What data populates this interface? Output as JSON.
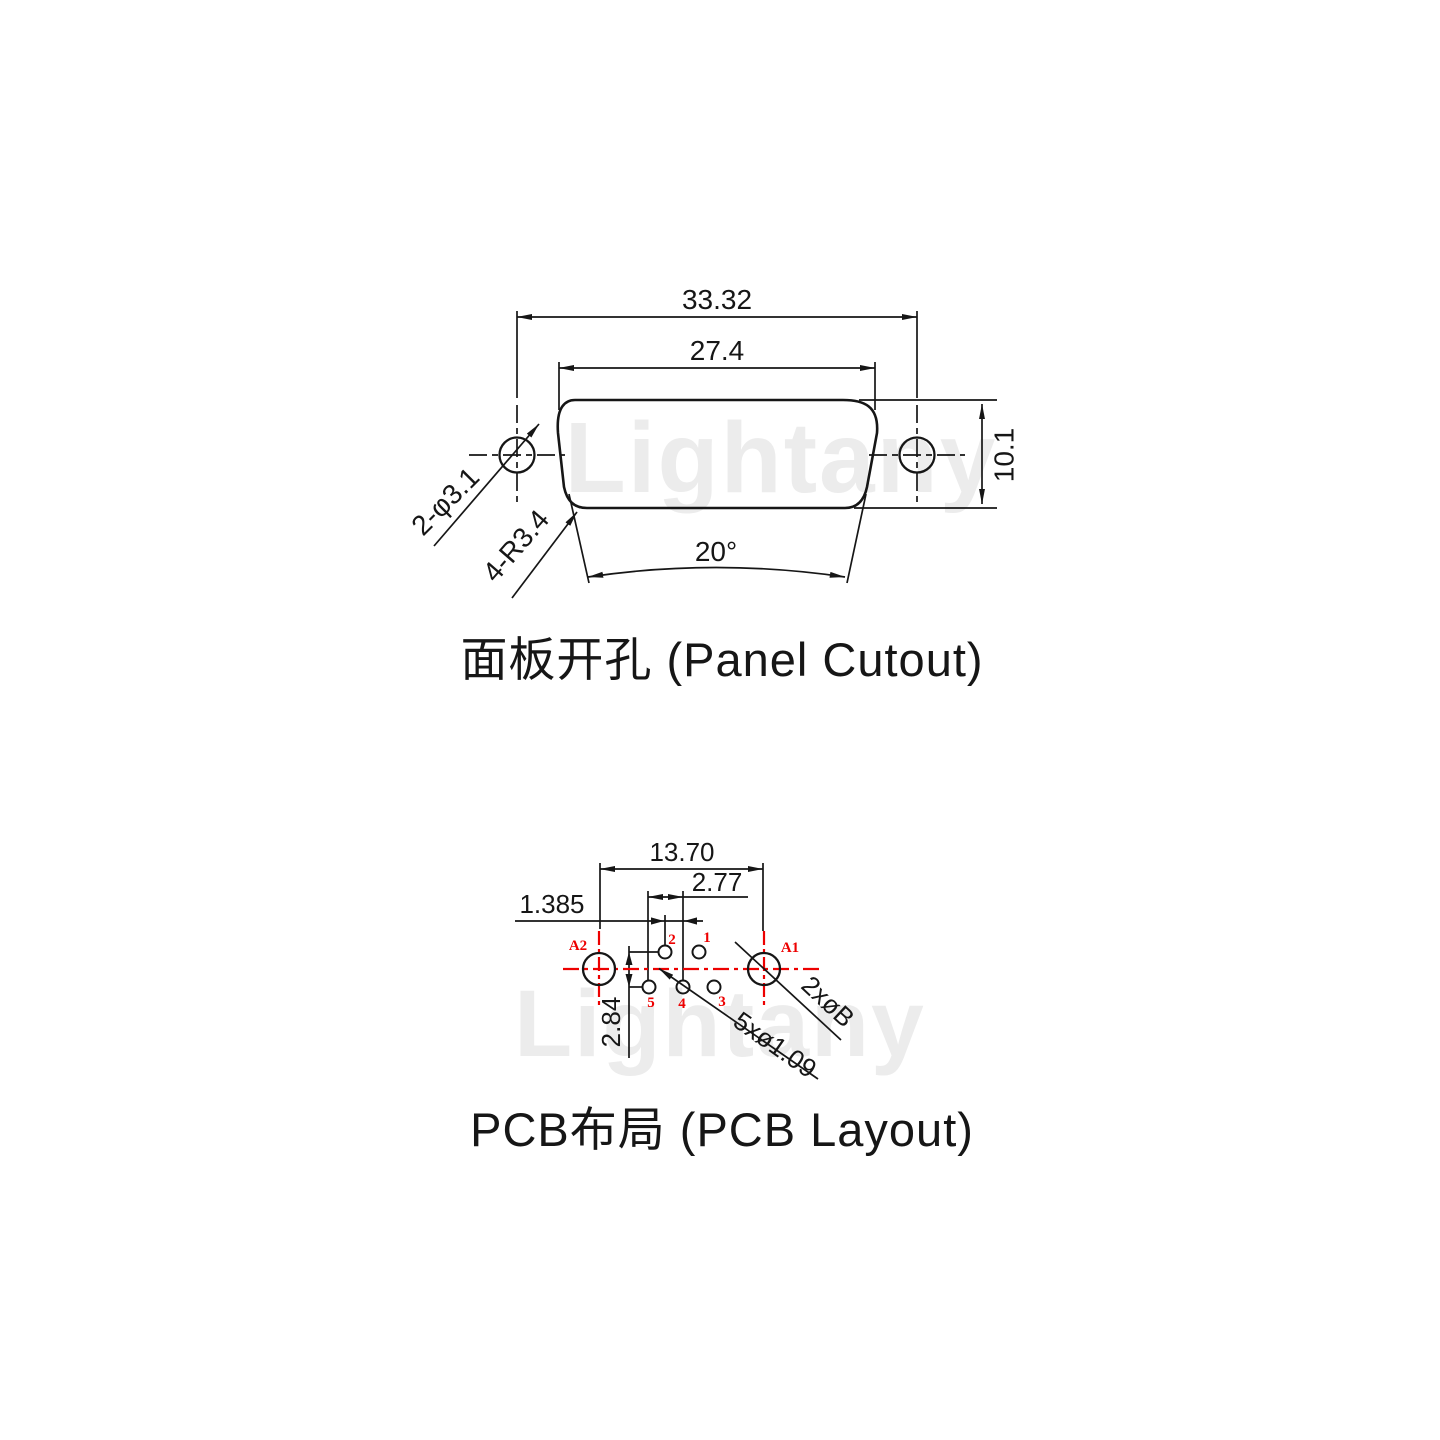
{
  "watermark": {
    "text": "Lightany"
  },
  "panel_cutout": {
    "outer_width": "33.32",
    "cutout_width": "27.4",
    "height": "10.1",
    "holes_label": "2-φ3.1",
    "corner_radius_label": "4-R3.4",
    "side_angle": "20°",
    "caption": "面板开孔 (Panel Cutout)"
  },
  "pcb_layout": {
    "mount_span": "13.70",
    "pin_pitch": "2.77",
    "pin_offset": "1.385",
    "row_spacing": "2.84",
    "hole_a2": "A2",
    "hole_a1": "A1",
    "pin_labels": [
      "1",
      "2",
      "3",
      "4",
      "5"
    ],
    "small_holes_label": "5xø1.09",
    "mount_holes_label": "2xøB",
    "caption": "PCB布局 (PCB Layout)"
  },
  "colors": {
    "line_black": "#161616",
    "accent_red": "#ed0000",
    "watermark_gray": "#ececec"
  }
}
